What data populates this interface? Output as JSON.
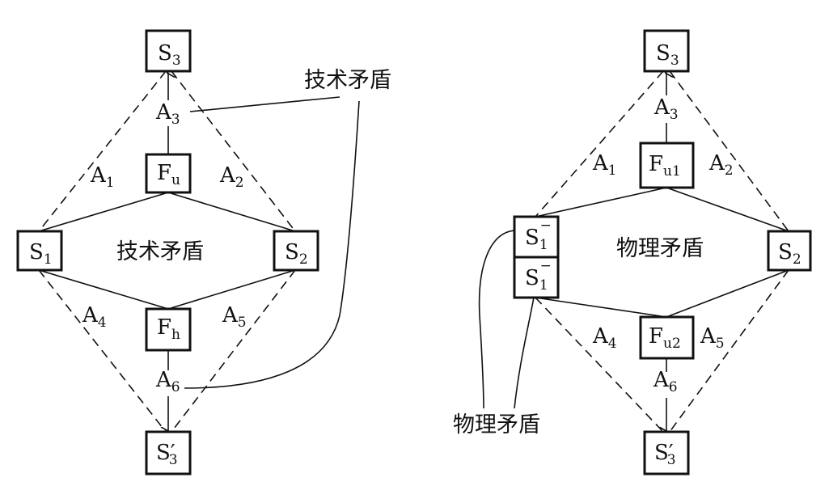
{
  "left": {
    "top_node": {
      "main": "S",
      "sub": "3"
    },
    "left_node": {
      "main": "S",
      "sub": "1"
    },
    "right_node": {
      "main": "S",
      "sub": "2"
    },
    "bottom_node": {
      "main": "S′",
      "sub": "3"
    },
    "upper_node": {
      "main": "F",
      "sub": "u"
    },
    "lower_node": {
      "main": "F",
      "sub": "h"
    },
    "center_label": "技术矛盾",
    "callout_label": "技术矛盾",
    "edge_labels": {
      "a1": {
        "main": "A",
        "sub": "1"
      },
      "a2": {
        "main": "A",
        "sub": "2"
      },
      "a3": {
        "main": "A",
        "sub": "3"
      },
      "a4": {
        "main": "A",
        "sub": "4"
      },
      "a5": {
        "main": "A",
        "sub": "5"
      },
      "a6": {
        "main": "A",
        "sub": "6"
      }
    }
  },
  "right": {
    "top_node": {
      "main": "S",
      "sub": "3"
    },
    "left_node_upper": {
      "main": "S",
      "sub": "1",
      "sup": "−"
    },
    "left_node_lower": {
      "main": "S",
      "sub": "1",
      "sup": "−"
    },
    "right_node": {
      "main": "S",
      "sub": "2"
    },
    "bottom_node": {
      "main": "S′",
      "sub": "3"
    },
    "upper_node": {
      "main": "F",
      "sub": "u1"
    },
    "lower_node": {
      "main": "F",
      "sub": "u2"
    },
    "center_label": "物理矛盾",
    "callout_label": "物理矛盾",
    "edge_labels": {
      "a1": {
        "main": "A",
        "sub": "1"
      },
      "a2": {
        "main": "A",
        "sub": "2"
      },
      "a3": {
        "main": "A",
        "sub": "3"
      },
      "a4": {
        "main": "A",
        "sub": "4"
      },
      "a5": {
        "main": "A",
        "sub": "5"
      },
      "a6": {
        "main": "A",
        "sub": "6"
      }
    }
  }
}
